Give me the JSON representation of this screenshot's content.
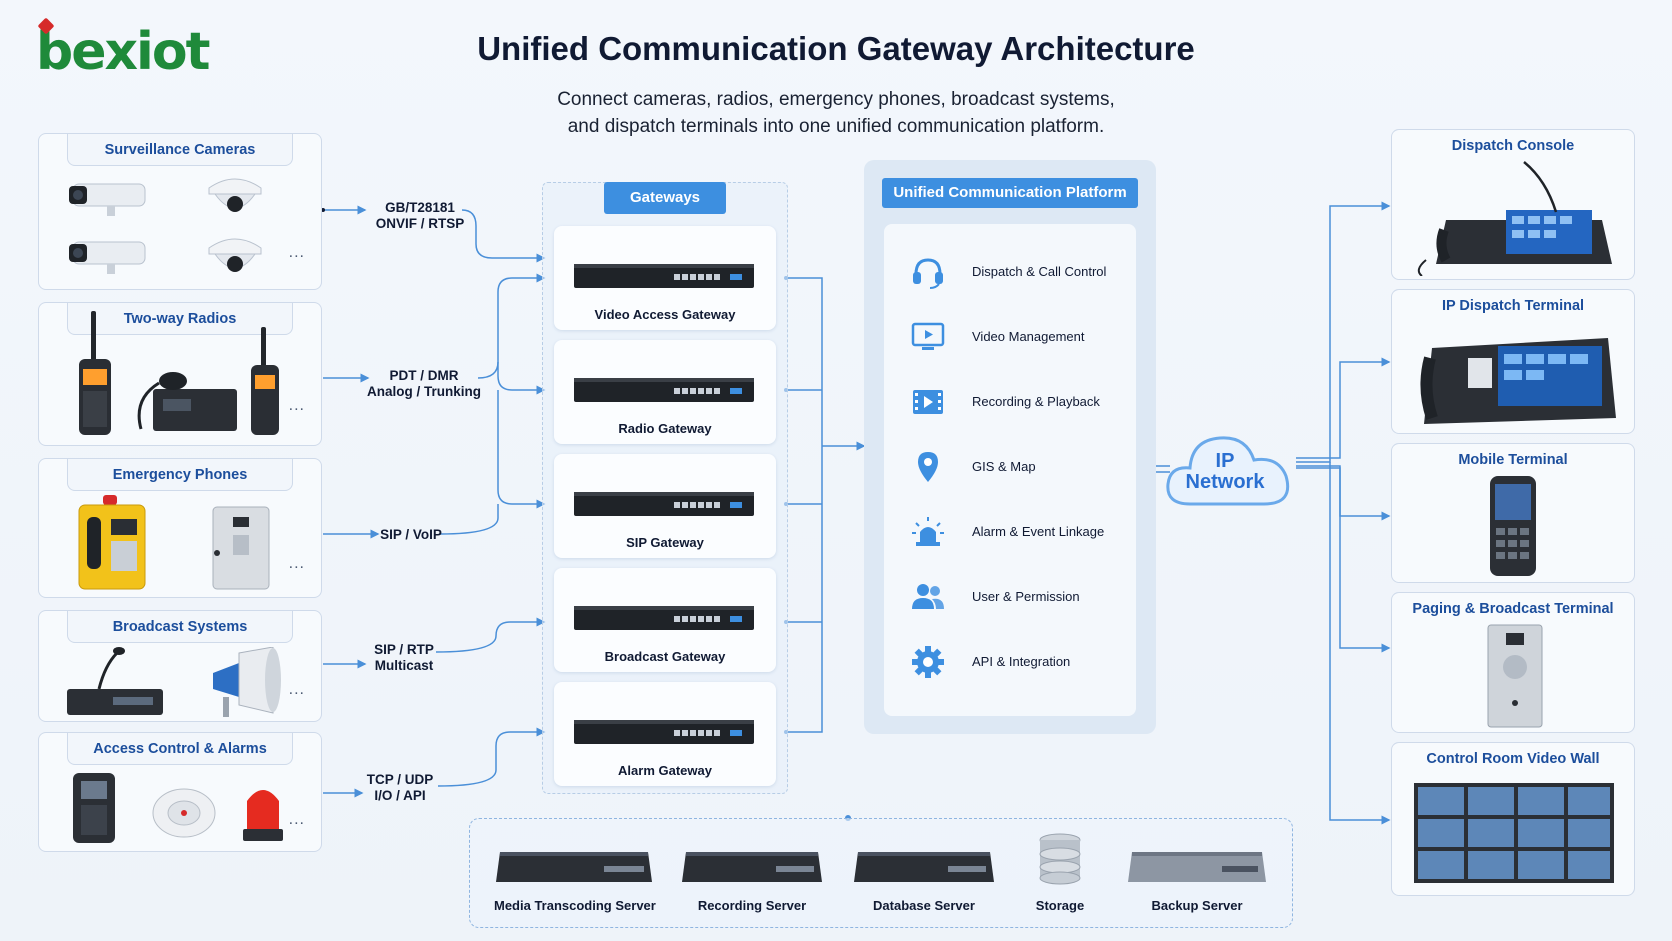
{
  "header": {
    "logo": "bexiot",
    "title": "Unified Communication Gateway Architecture",
    "subtitle_line1": "Connect cameras, radios, emergency phones, broadcast systems,",
    "subtitle_line2": "and dispatch terminals into one unified communication platform."
  },
  "sources": [
    {
      "title": "Surveillance Cameras",
      "more": "...",
      "protocol_line1": "GB/T28181",
      "protocol_line2": "ONVIF / RTSP"
    },
    {
      "title": "Two-way Radios",
      "more": "...",
      "protocol_line1": "PDT / DMR",
      "protocol_line2": "Analog / Trunking"
    },
    {
      "title": "Emergency Phones",
      "more": "...",
      "protocol_line1": "SIP / VoIP",
      "protocol_line2": ""
    },
    {
      "title": "Broadcast Systems",
      "more": "...",
      "protocol_line1": "SIP / RTP",
      "protocol_line2": "Multicast"
    },
    {
      "title": "Access Control & Alarms",
      "more": "...",
      "protocol_line1": "TCP / UDP",
      "protocol_line2": "I/O / API"
    }
  ],
  "gateways": {
    "title": "Gateways",
    "items": [
      "Video Access Gateway",
      "Radio Gateway",
      "SIP Gateway",
      "Broadcast Gateway",
      "Alarm Gateway"
    ]
  },
  "platform": {
    "title": "Unified Communication Platform",
    "features": [
      {
        "label": "Dispatch & Call Control",
        "icon": "headset-icon"
      },
      {
        "label": "Video Management",
        "icon": "monitor-play-icon"
      },
      {
        "label": "Recording & Playback",
        "icon": "film-play-icon"
      },
      {
        "label": "GIS & Map",
        "icon": "map-pin-icon"
      },
      {
        "label": "Alarm & Event Linkage",
        "icon": "alarm-light-icon"
      },
      {
        "label": "User & Permission",
        "icon": "users-icon"
      },
      {
        "label": "API & Integration",
        "icon": "gear-icon"
      }
    ]
  },
  "network": {
    "line1": "IP",
    "line2": "Network"
  },
  "terminals": [
    "Dispatch Console",
    "IP Dispatch Terminal",
    "Mobile Terminal",
    "Paging & Broadcast Terminal",
    "Control Room Video Wall"
  ],
  "servers": [
    "Media Transcoding Server",
    "Recording Server",
    "Database Server",
    "Storage",
    "Backup Server"
  ],
  "colors": {
    "accent": "#3d8fe0",
    "title_blue": "#1c4e9c",
    "line": "#4a8fd8",
    "logo_green": "#1f8a3a",
    "logo_red": "#d62a2a"
  }
}
